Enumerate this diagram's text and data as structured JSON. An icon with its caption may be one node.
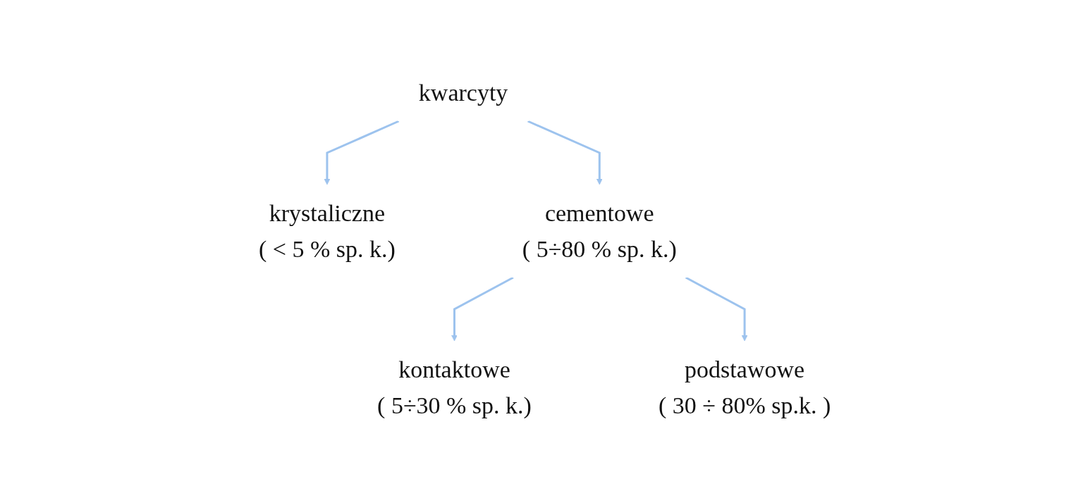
{
  "diagram": {
    "nodes": [
      {
        "text": [
          "kwarcyty"
        ]
      },
      {
        "text": [
          "krystaliczne",
          "( < 5 % sp. k.)"
        ]
      },
      {
        "text": [
          "cementowe",
          "( 5÷80 % sp. k.)"
        ]
      },
      {
        "text": [
          "kontaktowe",
          "( 5÷30 % sp. k.)"
        ]
      },
      {
        "text": [
          "podstawowe",
          "( 30 ÷ 80% sp.k. )"
        ]
      }
    ],
    "edges": [
      {
        "from": 0,
        "to": 1,
        "arrow": "to"
      },
      {
        "from": 0,
        "to": 2,
        "arrow": "to"
      },
      {
        "from": 2,
        "to": 3,
        "arrow": "to"
      },
      {
        "from": 2,
        "to": 4,
        "arrow": "to"
      }
    ]
  }
}
